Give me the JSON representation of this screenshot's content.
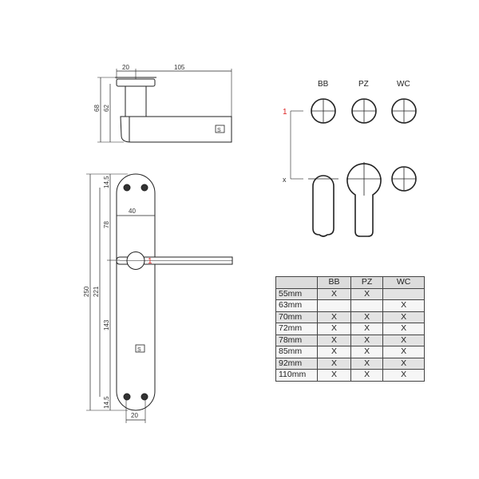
{
  "side_view": {
    "dims": [
      "20",
      "105",
      "68",
      "62"
    ],
    "logo": "S"
  },
  "front_view": {
    "dims": [
      "250",
      "221",
      "14,5",
      "78",
      "40",
      "143",
      "14,5",
      "20"
    ],
    "center_marker": "1",
    "logo": "S"
  },
  "hole_types": {
    "labels": [
      "BB",
      "PZ",
      "WC"
    ],
    "marker_top": "1",
    "marker_bottom": "x"
  },
  "table": {
    "headers": [
      "",
      "BB",
      "PZ",
      "WC"
    ],
    "rows": [
      {
        "size": "55mm",
        "bb": "X",
        "pz": "X",
        "wc": ""
      },
      {
        "size": "63mm",
        "bb": "",
        "pz": "",
        "wc": "X"
      },
      {
        "size": "70mm",
        "bb": "X",
        "pz": "X",
        "wc": "X"
      },
      {
        "size": "72mm",
        "bb": "X",
        "pz": "X",
        "wc": "X"
      },
      {
        "size": "78mm",
        "bb": "X",
        "pz": "X",
        "wc": "X"
      },
      {
        "size": "85mm",
        "bb": "X",
        "pz": "X",
        "wc": "X"
      },
      {
        "size": "92mm",
        "bb": "X",
        "pz": "X",
        "wc": "X"
      },
      {
        "size": "110mm",
        "bb": "X",
        "pz": "X",
        "wc": "X"
      }
    ]
  }
}
